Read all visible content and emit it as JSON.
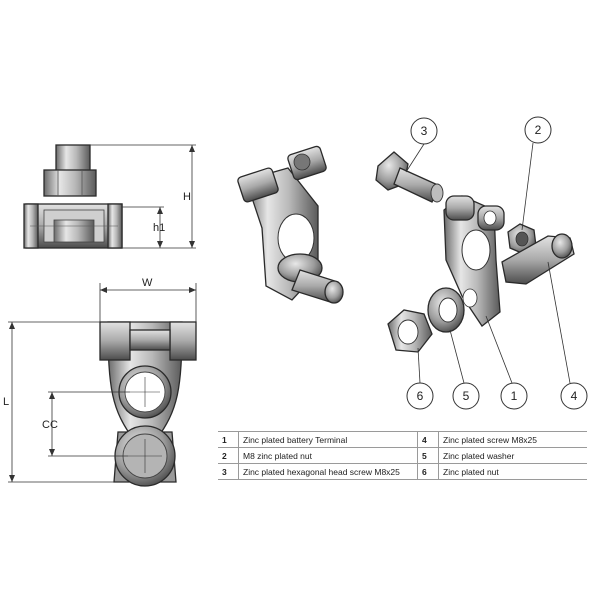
{
  "dimensions": {
    "height": "H",
    "height_1": "h1",
    "width": "W",
    "length": "L",
    "center_distance": "CC"
  },
  "callouts": [
    "1",
    "2",
    "3",
    "4",
    "5",
    "6"
  ],
  "parts": [
    {
      "num": "1",
      "desc": "Zinc plated battery Terminal"
    },
    {
      "num": "2",
      "desc": "M8 zinc plated nut"
    },
    {
      "num": "3",
      "desc": "Zinc plated hexagonal head screw M8x25"
    },
    {
      "num": "4",
      "desc": "Zinc plated screw M8x25"
    },
    {
      "num": "5",
      "desc": "Zinc plated washer"
    },
    {
      "num": "6",
      "desc": "Zinc plated nut"
    }
  ],
  "colors": {
    "metal_light": "#d9d9d9",
    "metal_mid": "#a8a8a8",
    "metal_dark": "#555555",
    "line": "#333333"
  }
}
